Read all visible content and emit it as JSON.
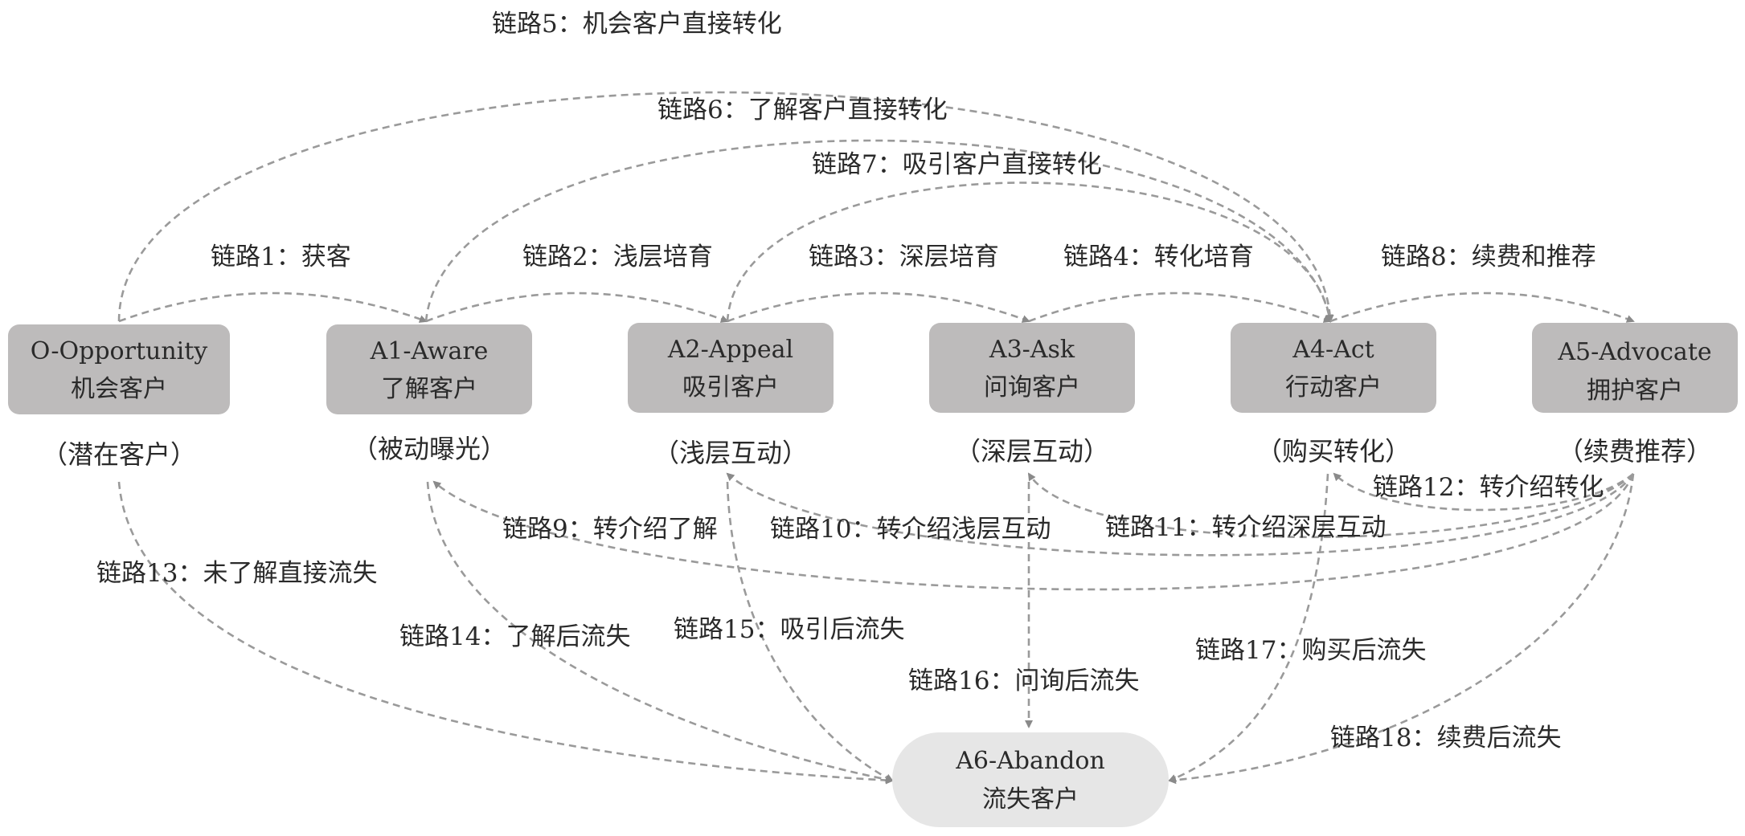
{
  "colors": {
    "stage_fill": "#bdbbbb",
    "abandon_fill": "#e6e6e6",
    "arrow": "#9a9a9a",
    "text": "#2a2a2a"
  },
  "stages": [
    {
      "id": "O",
      "en": "O-Opportunity",
      "cn": "机会客户",
      "sub": "（潜在客户）"
    },
    {
      "id": "A1",
      "en": "A1-Aware",
      "cn": "了解客户",
      "sub": "（被动曝光）"
    },
    {
      "id": "A2",
      "en": "A2-Appeal",
      "cn": "吸引客户",
      "sub": "（浅层互动）"
    },
    {
      "id": "A3",
      "en": "A3-Ask",
      "cn": "问询客户",
      "sub": "（深层互动）"
    },
    {
      "id": "A4",
      "en": "A4-Act",
      "cn": "行动客户",
      "sub": "（购买转化）"
    },
    {
      "id": "A5",
      "en": "A5-Advocate",
      "cn": "拥护客户",
      "sub": "（续费推荐）"
    },
    {
      "id": "A6",
      "en": "A6-Abandon",
      "cn": "流失客户"
    }
  ],
  "links": [
    {
      "id": 1,
      "label": "链路1：获客",
      "from": "O",
      "to": "A1"
    },
    {
      "id": 2,
      "label": "链路2：浅层培育",
      "from": "A1",
      "to": "A2"
    },
    {
      "id": 3,
      "label": "链路3：深层培育",
      "from": "A2",
      "to": "A3"
    },
    {
      "id": 4,
      "label": "链路4：转化培育",
      "from": "A3",
      "to": "A4"
    },
    {
      "id": 5,
      "label": "链路5：机会客户直接转化",
      "from": "O",
      "to": "A4"
    },
    {
      "id": 6,
      "label": "链路6：了解客户直接转化",
      "from": "A1",
      "to": "A4"
    },
    {
      "id": 7,
      "label": "链路7：吸引客户直接转化",
      "from": "A2",
      "to": "A4"
    },
    {
      "id": 8,
      "label": "链路8：续费和推荐",
      "from": "A4",
      "to": "A5"
    },
    {
      "id": 9,
      "label": "链路9：转介绍了解",
      "from": "A5",
      "to": "A1"
    },
    {
      "id": 10,
      "label": "链路10：转介绍浅层互动",
      "from": "A5",
      "to": "A2"
    },
    {
      "id": 11,
      "label": "链路11：转介绍深层互动",
      "from": "A5",
      "to": "A3"
    },
    {
      "id": 12,
      "label": "链路12：转介绍转化",
      "from": "A5",
      "to": "A4"
    },
    {
      "id": 13,
      "label": "链路13：未了解直接流失",
      "from": "O",
      "to": "A6"
    },
    {
      "id": 14,
      "label": "链路14：了解后流失",
      "from": "A1",
      "to": "A6"
    },
    {
      "id": 15,
      "label": "链路15：吸引后流失",
      "from": "A2",
      "to": "A6"
    },
    {
      "id": 16,
      "label": "链路16：问询后流失",
      "from": "A3",
      "to": "A6"
    },
    {
      "id": 17,
      "label": "链路17：购买后流失",
      "from": "A4",
      "to": "A6"
    },
    {
      "id": 18,
      "label": "链路18：续费后流失",
      "from": "A5",
      "to": "A6"
    }
  ]
}
